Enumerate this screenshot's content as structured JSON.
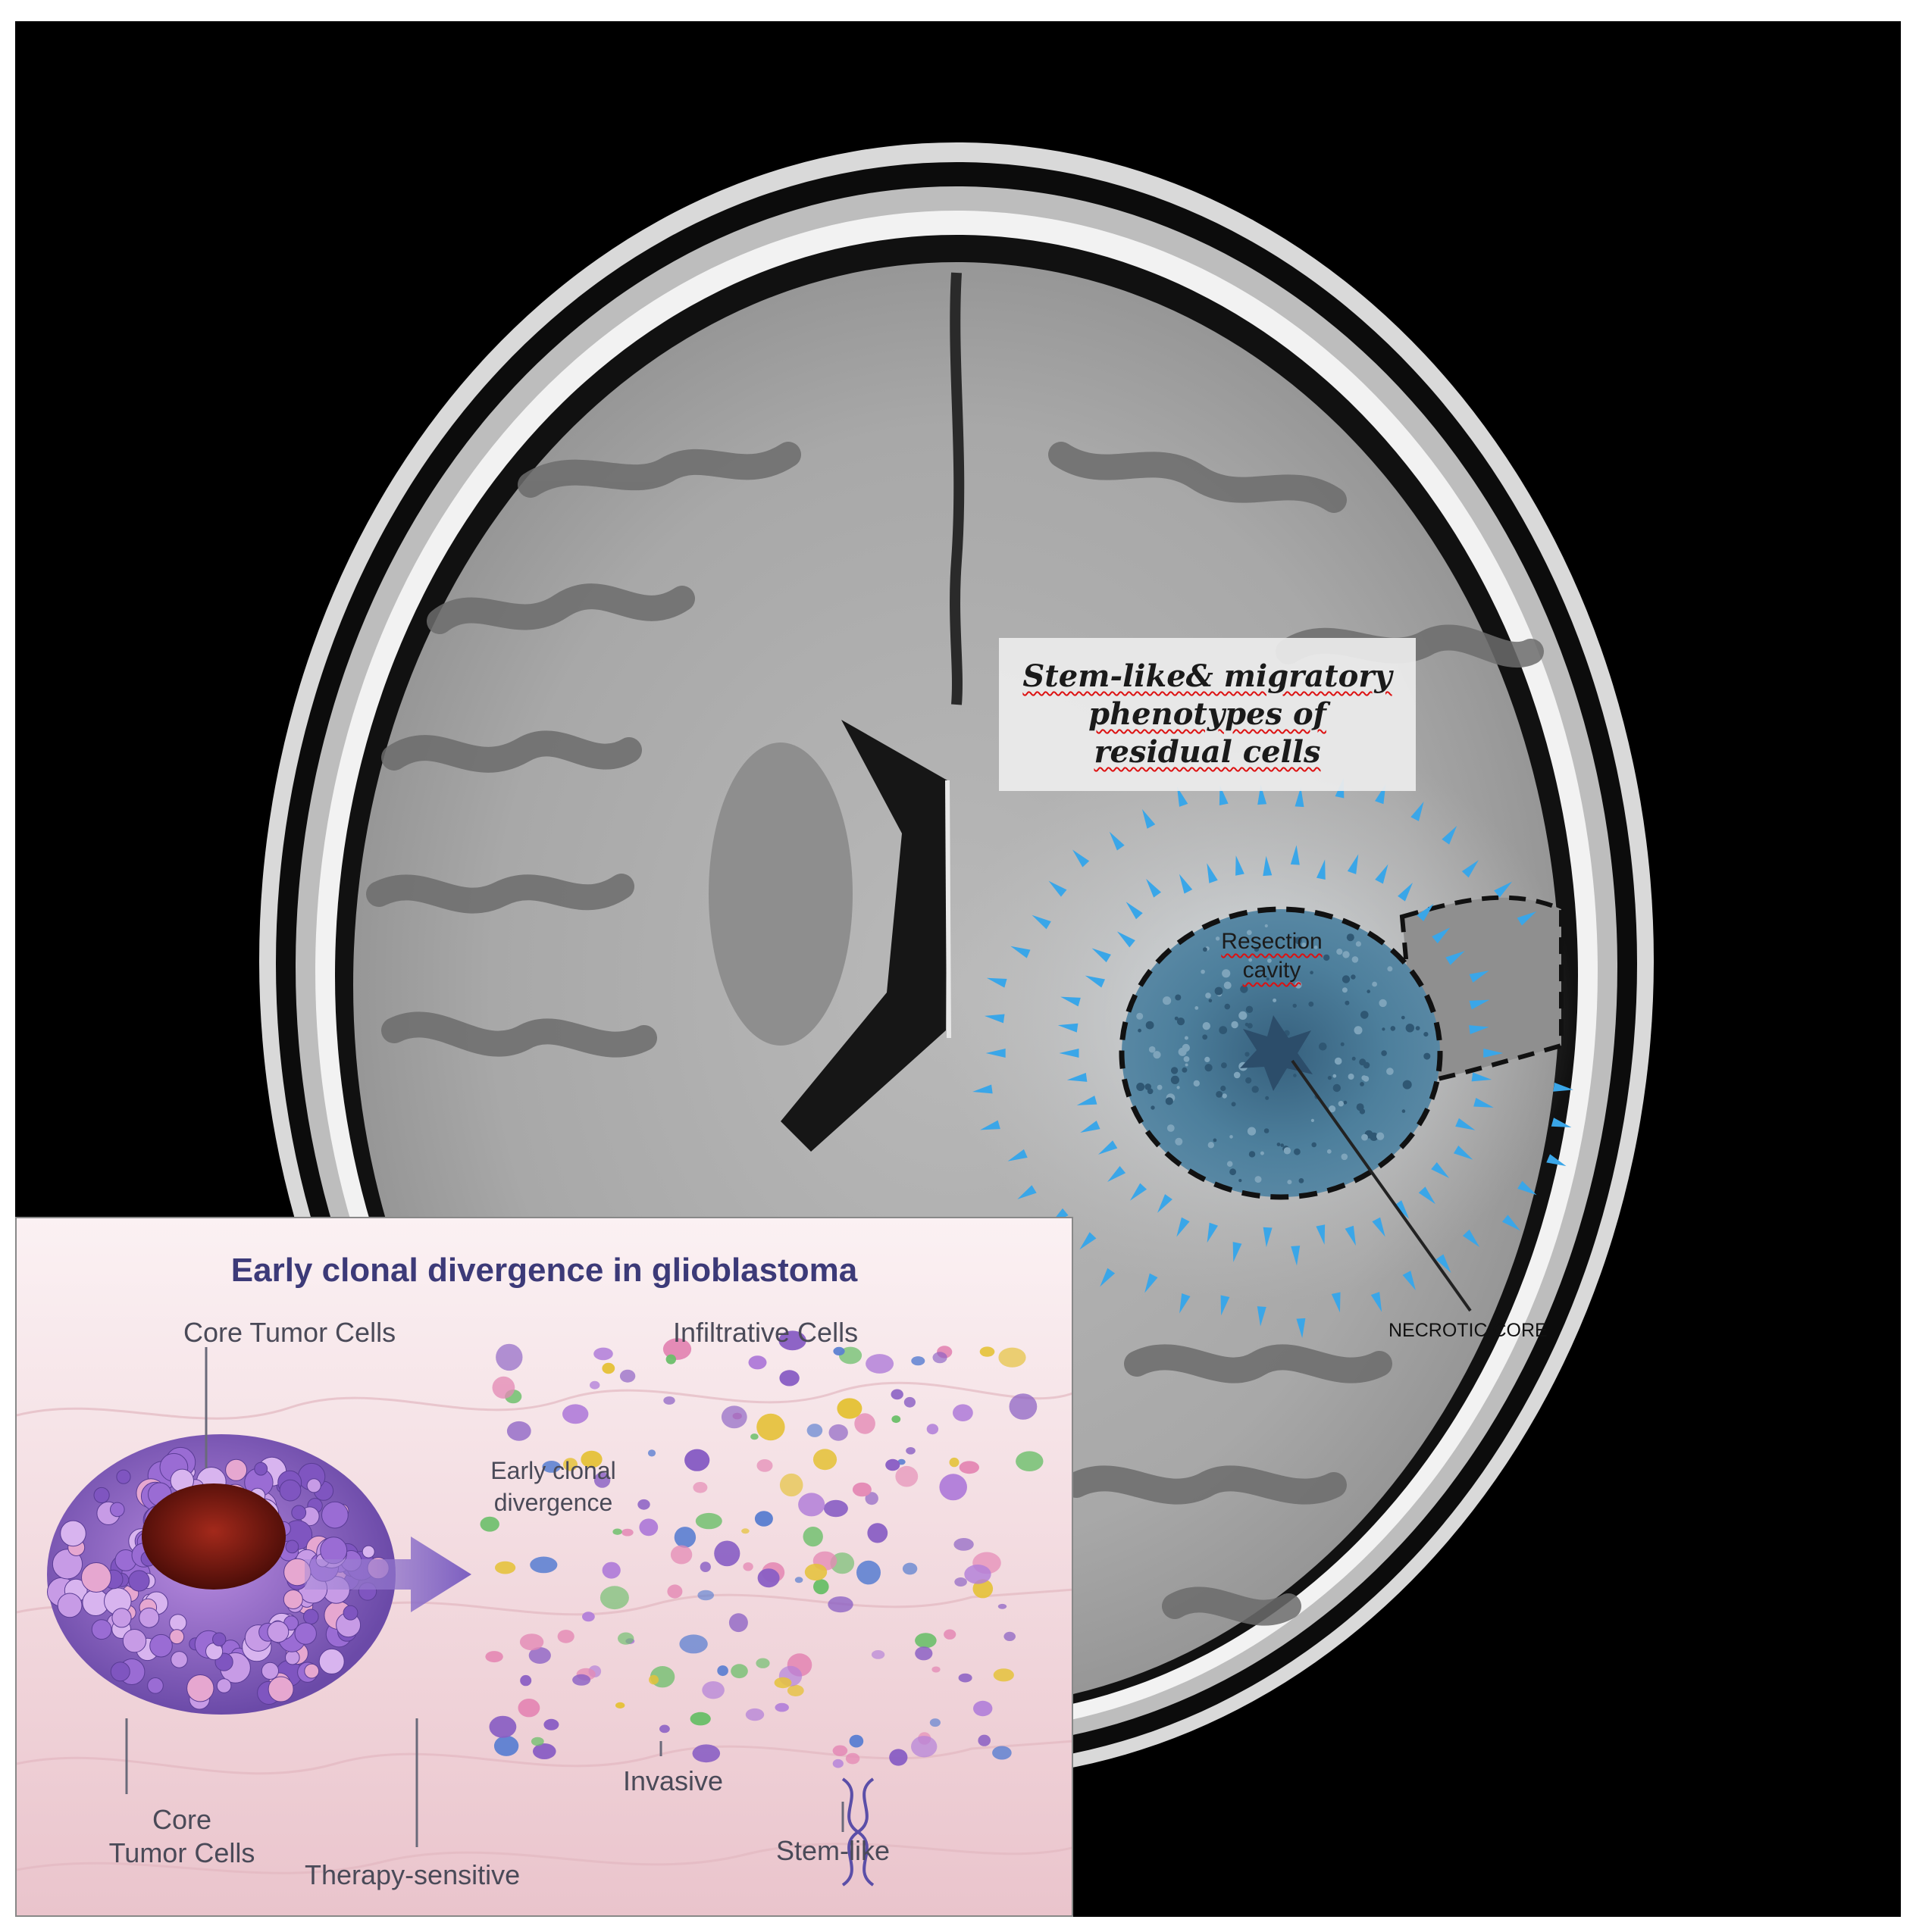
{
  "callout": {
    "line1": "Stem-like& migratory",
    "line2": "phenotypes  of",
    "line3": "residual cells"
  },
  "labels": {
    "resection_line1": "Resection",
    "resection_line2": "cavity",
    "necrotic_core": "NECROTIC CORE"
  },
  "inset": {
    "title": "Early clonal divergence in glioblastoma",
    "core_tumor_cells_top": "Core Tumor Cells",
    "infiltrative_cells": "Infiltrative Cells",
    "divergence_line1": "Early clonal",
    "divergence_line2": "divergence",
    "core_line1": "Core",
    "core_line2": "Tumor Cells",
    "therapy_sensitive": "Therapy-sensitive",
    "invasive": "Invasive",
    "stem_like": "Stem-like"
  },
  "colors": {
    "mri_black": "#000000",
    "tissue_gray": "#a9a9a9",
    "cavity_blue": "#4d7f9c",
    "arrow_blue": "#3aa6e8",
    "inset_pink": "#f5dde2",
    "cell_purple": "#8a5fc4",
    "necrotic_red": "#7a1a12",
    "title_indigo": "#3c3a78"
  }
}
